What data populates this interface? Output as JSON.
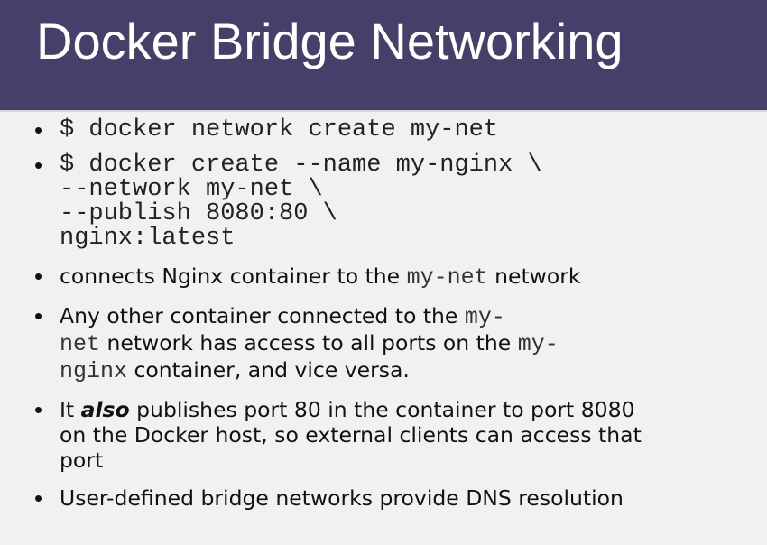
{
  "slide": {
    "title": "Docker Bridge Networking",
    "bullets": {
      "b1": {
        "code": "$ docker network create my-net"
      },
      "b2": {
        "code_lines": [
          "$ docker create --name my-nginx \\",
          "--network my-net \\",
          "--publish 8080:80 \\",
          "nginx:latest"
        ]
      },
      "b3": {
        "text_before": "connects Nginx container to the ",
        "code": "my-net",
        "text_after": " network"
      },
      "b4": {
        "line1_text": "Any other container connected to the ",
        "line1_code": "my-",
        "line2_code": "net",
        "line2_text": "  network has access to all ports on the ",
        "line2_code_end": "my-",
        "line3_code": "nginx",
        "line3_text": " container, and vice versa."
      },
      "b5": {
        "line1_before": "It ",
        "line1_emph": "also",
        "line1_after": " publishes port 80 in the container to port 8080",
        "line2": "on the Docker host, so external clients can access that",
        "line3": "port"
      },
      "b6": {
        "text": "User-defined bridge networks provide DNS resolution"
      }
    },
    "bullet_glyph": "•"
  }
}
